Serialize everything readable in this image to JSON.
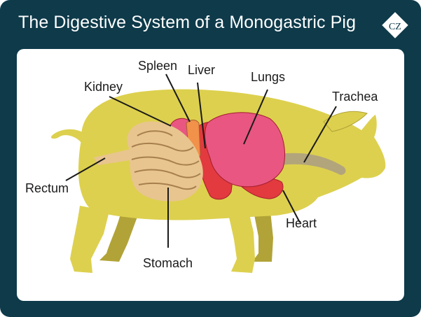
{
  "header": {
    "title": "The Digestive System of a Monogastric Pig",
    "logo_text": "CZ"
  },
  "diagram": {
    "labels": {
      "spleen": "Spleen",
      "liver": "Liver",
      "lungs": "Lungs",
      "kidney": "Kidney",
      "trachea": "Trachea",
      "rectum": "Rectum",
      "heart": "Heart",
      "stomach": "Stomach"
    }
  },
  "colors": {
    "frame": "#0e3a4a",
    "body": "#ddd04e",
    "legs_far": "#b1a337",
    "lungs": "#e85681",
    "heart": "#e23a3e",
    "spleen": "#f1914a",
    "intestine": "#e8c58e",
    "trachea": "#b2a57c"
  }
}
